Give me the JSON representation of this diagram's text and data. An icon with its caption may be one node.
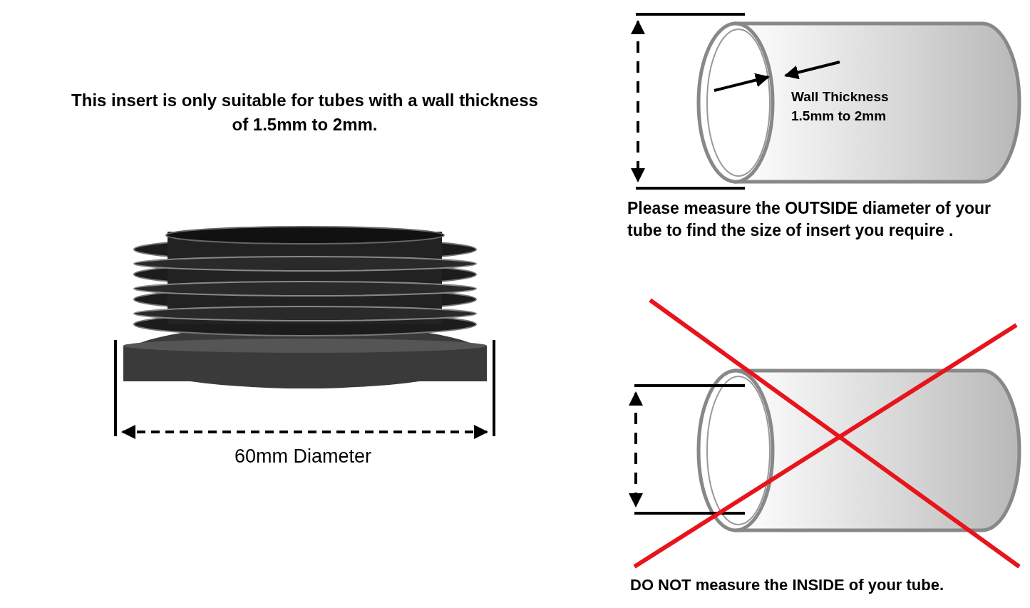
{
  "diagram": {
    "labels": [
      "This insert is only suitable for tubes with a wall thickness of 1.5mm to 2mm.",
      "60mm Diameter",
      "Wall Thickness 1.5mm to 2mm",
      "Please measure the OUTSIDE diameter of your tube to find the size of insert you require .",
      "DO NOT measure the INSIDE of your tube."
    ]
  }
}
